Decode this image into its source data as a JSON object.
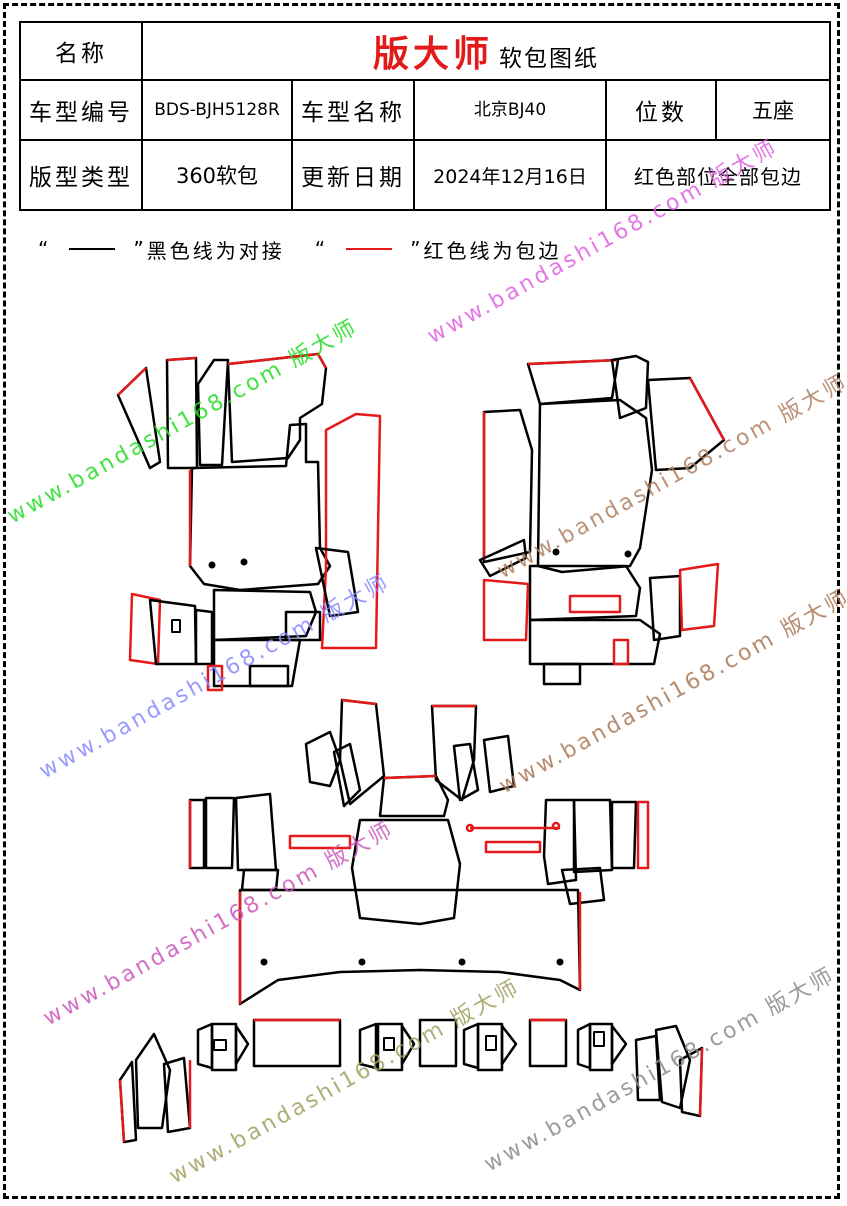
{
  "header": {
    "name_label": "名称",
    "brand": "版大师",
    "doc_title": "软包图纸",
    "model_code_label": "车型编号",
    "model_code": "BDS-BJH5128R",
    "model_name_label": "车型名称",
    "model_name": "北京BJ40",
    "seats_label": "位数",
    "seats": "五座",
    "pattern_type_label": "版型类型",
    "pattern_type": "360软包",
    "update_date_label": "更新日期",
    "update_date": "2024年12月16日",
    "note": "红色部位全部包边"
  },
  "legend": {
    "open_quote": "“",
    "close_quote": "”",
    "black_text": "黑色线为对接",
    "red_text": "红色线为包边",
    "black_color": "#000000",
    "red_color": "#e41a1a"
  },
  "watermarks": [
    {
      "text": "www.bandashi168.com 版大师",
      "color": "#22dd22"
    },
    {
      "text": "www.bandashi168.com 版大师",
      "color": "#e060e0"
    },
    {
      "text": "www.bandashi168.com 版大师",
      "color": "#8888ff"
    },
    {
      "text": "www.bandashi168.com 版大师",
      "color": "#b08060"
    },
    {
      "text": "www.bandashi168.com 版大师",
      "color": "#cc55bb"
    },
    {
      "text": "www.bandashi168.com 版大师",
      "color": "#a0a060"
    },
    {
      "text": "www.bandashi168.com 版大师",
      "color": "#8a8a8a"
    },
    {
      "text": "www.bandashi168.com 版大师",
      "color": "#aa7755"
    }
  ]
}
